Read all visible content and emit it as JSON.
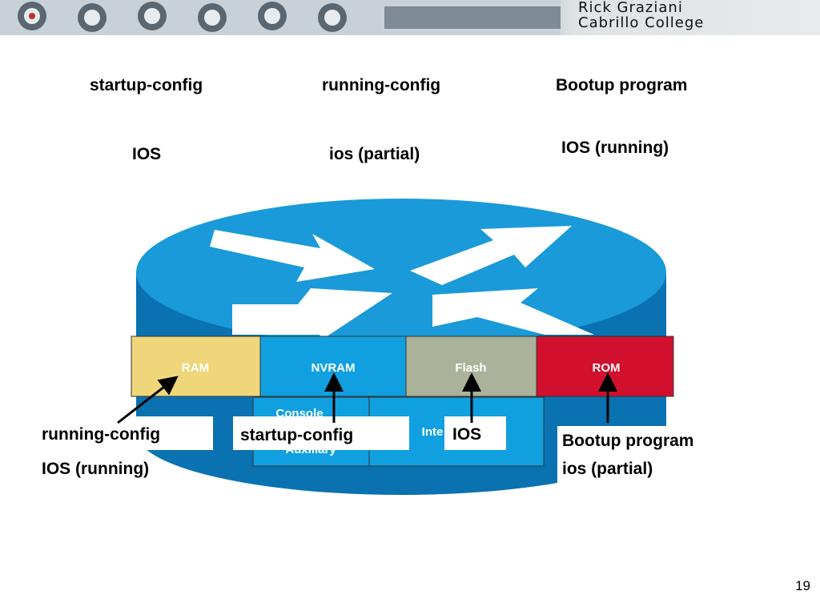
{
  "header": {
    "author_line1": "Rick Graziani",
    "author_line2": "Cabrillo College"
  },
  "top_labels": {
    "col1_title": "startup-config",
    "col1_value": "IOS",
    "col2_title": "running-config",
    "col2_value": "ios (partial)",
    "col3_title": "Bootup program",
    "col3_value": "IOS (running)"
  },
  "router": {
    "modules": [
      "RAM",
      "NVRAM",
      "Flash",
      "ROM"
    ],
    "lower_modules": [
      "Console",
      "Auxiliary",
      "Inte"
    ],
    "colors": {
      "ram": "#efd67a",
      "nvram": "#10a0e0",
      "flash": "#aab39a",
      "rom": "#d0102c",
      "router_blue": "#1a9ad8",
      "router_dark": "#0a72b0"
    }
  },
  "bottom_labels": {
    "ram_line1": "running-config",
    "ram_line2": "IOS (running)",
    "nvram": "startup-config",
    "flash": "IOS",
    "rom_line1": "Bootup program",
    "rom_line2": "ios (partial)"
  },
  "slide_number": "19"
}
